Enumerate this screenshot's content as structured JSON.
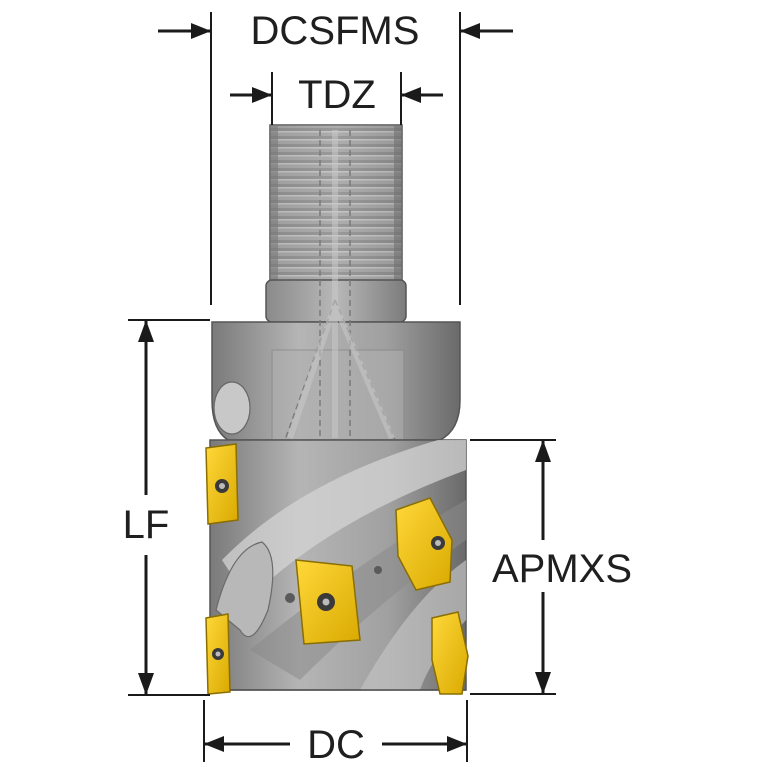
{
  "dimensions": {
    "dcsfms": "DCSFMS",
    "tdz": "TDZ",
    "lf": "LF",
    "apmxs": "APMXS",
    "dc": "DC"
  },
  "colors": {
    "tool_body": "#9a9a9a",
    "tool_light": "#c4c4c4",
    "tool_dark": "#6e6e6e",
    "insert": "#f2c300",
    "insert_dark": "#b58f00",
    "line": "#1a1a1a"
  }
}
